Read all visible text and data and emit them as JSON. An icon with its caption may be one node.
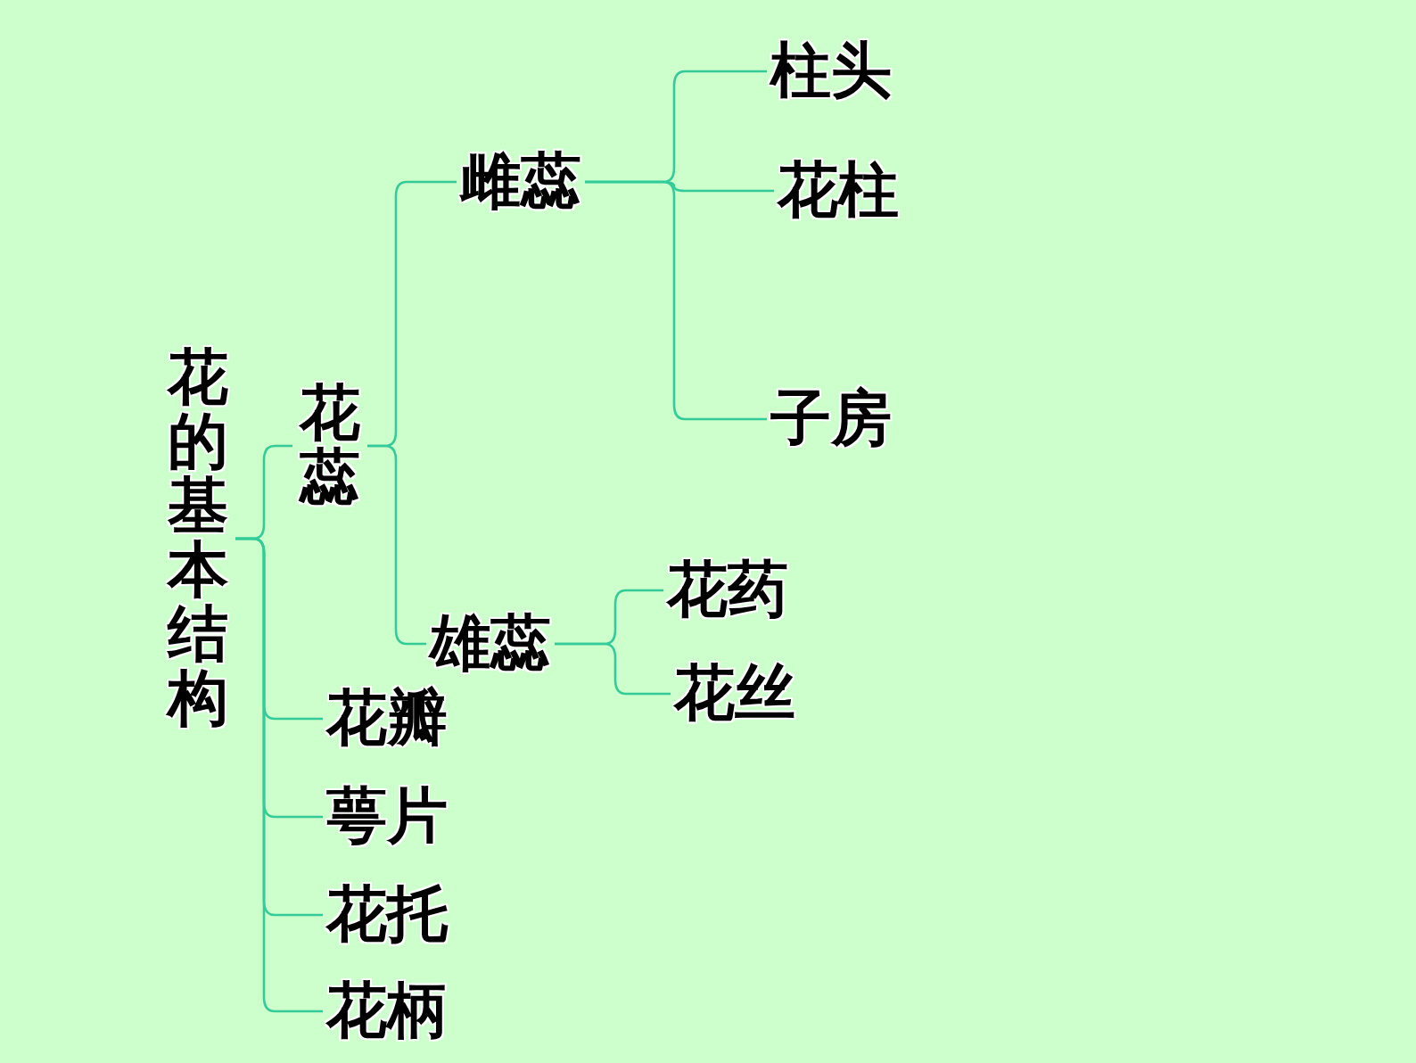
{
  "diagram": {
    "nodes": [
      {
        "text": [
          "花的基本结构"
        ]
      },
      {
        "text": [
          "花蕊"
        ]
      },
      {
        "text": [
          "雌蕊"
        ]
      },
      {
        "text": [
          "柱头"
        ]
      },
      {
        "text": [
          "花柱"
        ]
      },
      {
        "text": [
          "子房"
        ]
      },
      {
        "text": [
          "雄蕊"
        ]
      },
      {
        "text": [
          "花药"
        ]
      },
      {
        "text": [
          "花丝"
        ]
      },
      {
        "text": [
          "花瓣"
        ]
      },
      {
        "text": [
          "萼片"
        ]
      },
      {
        "text": [
          "花托"
        ]
      },
      {
        "text": [
          "花柄"
        ]
      }
    ],
    "edges": [
      {
        "from": 0,
        "to": 1,
        "arrow": "none"
      },
      {
        "from": 0,
        "to": 9,
        "arrow": "none"
      },
      {
        "from": 0,
        "to": 10,
        "arrow": "none"
      },
      {
        "from": 0,
        "to": 11,
        "arrow": "none"
      },
      {
        "from": 0,
        "to": 12,
        "arrow": "none"
      },
      {
        "from": 1,
        "to": 2,
        "arrow": "none"
      },
      {
        "from": 1,
        "to": 6,
        "arrow": "none"
      },
      {
        "from": 2,
        "to": 3,
        "arrow": "none"
      },
      {
        "from": 2,
        "to": 4,
        "arrow": "none"
      },
      {
        "from": 2,
        "to": 5,
        "arrow": "none"
      },
      {
        "from": 6,
        "to": 7,
        "arrow": "none"
      },
      {
        "from": 6,
        "to": 8,
        "arrow": "none"
      }
    ]
  }
}
